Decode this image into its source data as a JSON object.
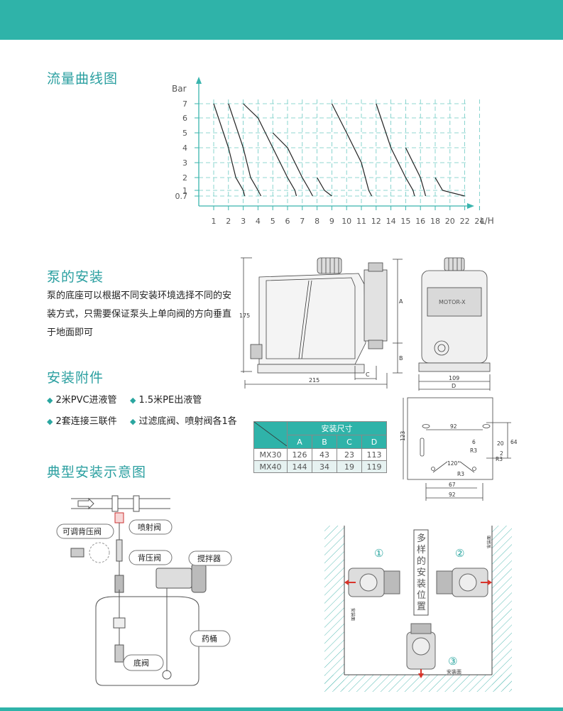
{
  "headings": {
    "flow_curve": "流量曲线图",
    "pump_install": "泵的安装",
    "accessories": "安装附件",
    "typical_install": "典型安装示意图"
  },
  "install_text": [
    "泵的底座可以根据不同安装环境选择不同的安",
    "装方式，只需要保证泵头上单向阀的方向垂直",
    "于地面即可"
  ],
  "accessories": [
    "2米PVC进液管",
    "1.5米PE出液管",
    "2套连接三联件",
    "过滤底阀、喷射阀各1各"
  ],
  "chart_data": {
    "type": "line",
    "title": "",
    "ylabel": "Bar",
    "xlabel": "L/H",
    "y_ticks": [
      "7",
      "6",
      "5",
      "4",
      "3",
      "2",
      "1",
      "0.7"
    ],
    "x_ticks": [
      "1",
      "2",
      "3",
      "4",
      "5",
      "6",
      "7",
      "8",
      "9",
      "10",
      "11",
      "12",
      "14",
      "15",
      "16",
      "18",
      "20",
      "22",
      "24"
    ],
    "grid": true,
    "series": [
      {
        "points": [
          [
            1,
            7
          ],
          [
            2,
            4
          ],
          [
            2.5,
            2
          ],
          [
            3,
            1
          ],
          [
            3.1,
            0.7
          ]
        ]
      },
      {
        "points": [
          [
            2,
            7
          ],
          [
            3,
            4
          ],
          [
            3.5,
            2
          ],
          [
            4,
            1
          ],
          [
            4.2,
            0.7
          ]
        ]
      },
      {
        "points": [
          [
            3,
            7
          ],
          [
            4,
            6
          ],
          [
            5,
            4
          ],
          [
            6,
            2
          ],
          [
            6.5,
            1
          ],
          [
            6.6,
            0.7
          ]
        ]
      },
      {
        "points": [
          [
            5,
            5
          ],
          [
            6,
            4
          ],
          [
            7,
            2
          ],
          [
            7.5,
            1
          ],
          [
            7.7,
            0.7
          ]
        ]
      },
      {
        "points": [
          [
            8,
            2
          ],
          [
            8.5,
            1
          ],
          [
            9,
            0.7
          ]
        ]
      },
      {
        "points": [
          [
            9,
            7
          ],
          [
            10,
            5
          ],
          [
            11,
            3
          ],
          [
            11.5,
            1
          ],
          [
            11.7,
            0.7
          ]
        ]
      },
      {
        "points": [
          [
            12,
            7
          ],
          [
            14,
            4
          ],
          [
            15,
            2
          ],
          [
            15.5,
            1
          ],
          [
            15.6,
            0.7
          ]
        ]
      },
      {
        "points": [
          [
            15,
            4
          ],
          [
            16,
            2
          ],
          [
            16.5,
            1
          ],
          [
            16.7,
            0.7
          ]
        ]
      },
      {
        "points": [
          [
            18,
            2
          ],
          [
            19,
            1
          ],
          [
            22,
            0.7
          ]
        ]
      }
    ]
  },
  "dims_side": {
    "h175": "175",
    "a": "A",
    "b": "B",
    "c": "C",
    "w215": "215"
  },
  "dims_front": {
    "w109": "109",
    "d": "D",
    "brand": "MOTOR-X"
  },
  "dims_base": {
    "d92": "92",
    "d123": "123",
    "d6": "6",
    "d20": "20",
    "d2": "2",
    "d64": "64",
    "r3a": "R3",
    "r3b": "R3",
    "r3c": "R3",
    "a120": "120°",
    "d67": "67",
    "d92b": "92"
  },
  "spec_table": {
    "header": "安装尺寸",
    "cols": [
      "A",
      "B",
      "C",
      "D"
    ],
    "rows": [
      {
        "model": "MX30",
        "vals": [
          "126",
          "43",
          "23",
          "113"
        ]
      },
      {
        "model": "MX40",
        "vals": [
          "144",
          "34",
          "19",
          "119"
        ]
      }
    ]
  },
  "diagram_labels": {
    "adjustable_bp": "可调背压阀",
    "inject": "喷射阀",
    "back_pressure": "背压阀",
    "mixer": "搅拌器",
    "tank": "药桶",
    "foot": "底阀"
  },
  "positions": {
    "vertical_title": [
      "多",
      "样",
      "的",
      "安",
      "装",
      "位",
      "置"
    ],
    "n1": "①",
    "n2": "②",
    "n3": "③",
    "face": "安装面",
    "face_left": "安装面",
    "face_right": "安装面"
  },
  "colors": {
    "accent": "#2fb3a9",
    "arrow": "#d9352b"
  }
}
